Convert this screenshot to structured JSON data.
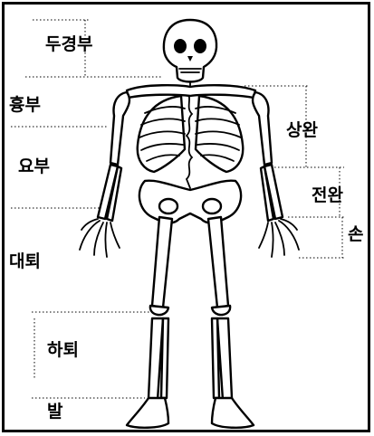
{
  "labels": {
    "head_neck": "두경부",
    "chest": "흉부",
    "waist": "요부",
    "thigh": "대퇴",
    "lower_leg": "하퇴",
    "foot": "발",
    "upper_arm": "상완",
    "forearm": "전완",
    "hand": "손"
  },
  "colors": {
    "line": "#000000",
    "background": "#ffffff"
  }
}
